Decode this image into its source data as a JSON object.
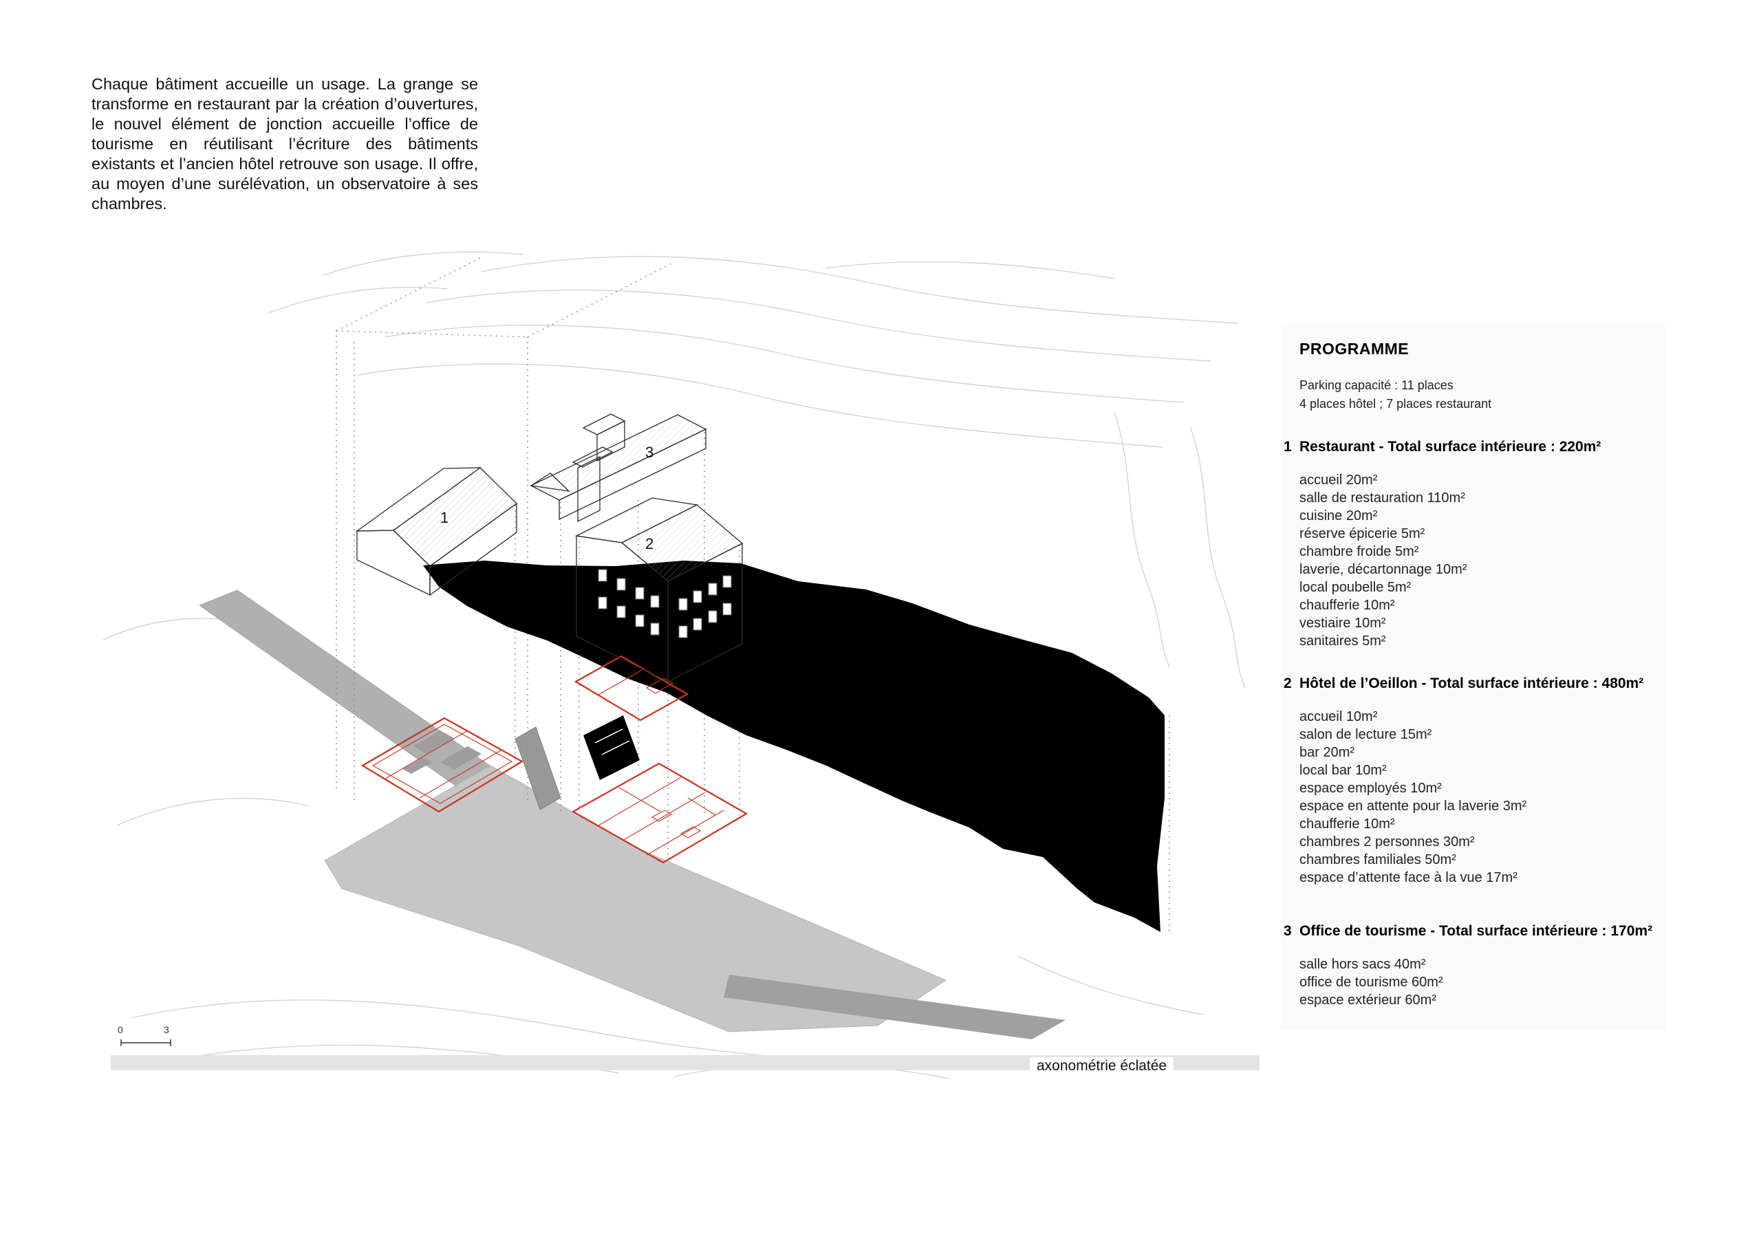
{
  "intro": {
    "text": "Chaque bâtiment accueille un usage. La grange se transforme en restaurant par la création d’ouvertures, le nouvel élément de jonction accueille l’office de tourisme en réutilisant l’écriture des bâtiments existants et l’ancien hôtel retrouve son usage. Il offre, au moyen d’une surélévation, un observatoire à ses chambres."
  },
  "drawing": {
    "caption": "axonométrie éclatée",
    "labels": {
      "building1": "1",
      "building2": "2",
      "building3": "3"
    },
    "scale": {
      "start": "0",
      "end": "3"
    }
  },
  "programme": {
    "title": "PROGRAMME",
    "parking_line1": "Parking capacité : 11 places",
    "parking_line2": "4 places hôtel ; 7 places restaurant",
    "sections": [
      {
        "number": "1",
        "heading": "Restaurant - Total surface intérieure : 220m²",
        "items": [
          "accueil 20m²",
          "salle de restauration 110m²",
          "cuisine 20m²",
          "réserve épicerie 5m²",
          "chambre froide 5m²",
          "laverie, décartonnage 10m²",
          "local poubelle 5m²",
          "chaufferie 10m²",
          "vestiaire 10m²",
          "sanitaires 5m²"
        ]
      },
      {
        "number": "2",
        "heading": "Hôtel de l’Oeillon - Total surface intérieure : 480m²",
        "items": [
          "accueil 10m²",
          "salon de lecture 15m²",
          "bar 20m²",
          "local bar 10m²",
          "espace employés 10m²",
          "espace en attente pour la laverie 3m²",
          "chaufferie 10m²",
          "chambres 2 personnes 30m²",
          "chambres familiales 50m²",
          "espace d’attente face à la vue 17m²"
        ]
      },
      {
        "number": "3",
        "heading": "Office de tourisme - Total surface intérieure : 170m²",
        "items": [
          "salle hors sacs 40m²",
          "office de tourisme 60m²",
          "espace extérieur 60m²"
        ]
      }
    ]
  },
  "colors": {
    "accent_red": "#c9331f",
    "cliff_black": "#000000",
    "platform_gray": "#b3b3b3",
    "panel_bg": "#fafafa"
  }
}
